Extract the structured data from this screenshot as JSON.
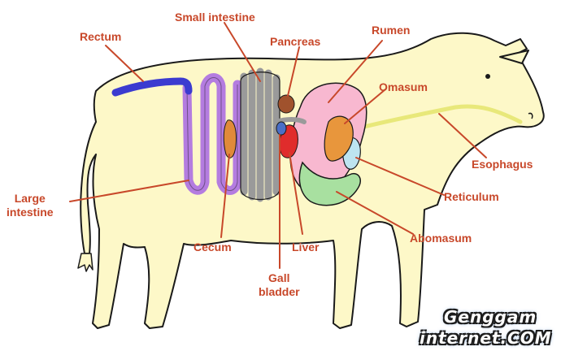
{
  "colors": {
    "label": "#c8482a",
    "leader": "#c8482a",
    "body_fill": "#fdf8c8",
    "outline": "#1a1a1a",
    "rectum": "#3b3bd0",
    "large_intestine": "#b47ce0",
    "small_intestine": "#9a9a9a",
    "cecum": "#e08a3a",
    "pancreas": "#a0522d",
    "rumen": "#f8b8d0",
    "omasum": "#e8963c",
    "reticulum": "#bde4f0",
    "abomasum": "#a8e0a0",
    "esophagus": "#e8e87a",
    "liver": "#e02c2c",
    "gall_bladder": "#4a6fc8"
  },
  "labels": {
    "rectum": "Rectum",
    "small_intestine": "Small intestine",
    "pancreas": "Pancreas",
    "rumen": "Rumen",
    "omasum": "Omasum",
    "esophagus": "Esophagus",
    "reticulum": "Reticulum",
    "abomasum": "Abomasum",
    "liver": "Liver",
    "gall_bladder": [
      "Gall",
      "bladder"
    ],
    "cecum": "Cecum",
    "large_intestine": [
      "Large",
      "intestine"
    ]
  },
  "watermark": {
    "line1": "Genggam",
    "line2": "internet.COM"
  }
}
